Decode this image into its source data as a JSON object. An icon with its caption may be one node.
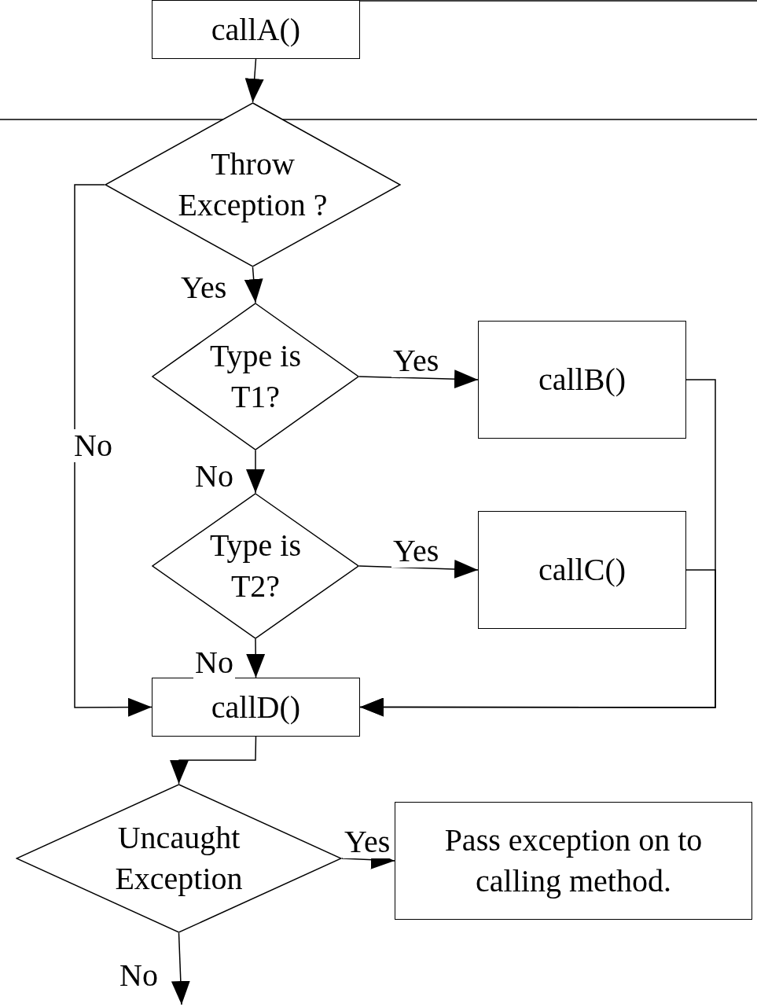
{
  "diagram": {
    "nodes": [
      {
        "text": [
          "callA()"
        ]
      },
      {
        "text": [
          "Throw Exception ?"
        ]
      },
      {
        "text": [
          "Type is T1?"
        ]
      },
      {
        "text": [
          "callB()"
        ]
      },
      {
        "text": [
          "Type is T2?"
        ]
      },
      {
        "text": [
          "callC()"
        ]
      },
      {
        "text": [
          "callD()"
        ]
      },
      {
        "text": [
          "Uncaught Exception"
        ]
      },
      {
        "text": [
          "Pass exception on to calling method."
        ]
      }
    ],
    "edges": [
      {
        "from": 0,
        "to": 1,
        "arrow": "to"
      },
      {
        "from": 1,
        "to": 2,
        "arrow": "to",
        "label": "Yes"
      },
      {
        "from": 2,
        "to": 3,
        "arrow": "to",
        "label": "Yes"
      },
      {
        "from": 2,
        "to": 4,
        "arrow": "to",
        "label": "No"
      },
      {
        "from": 4,
        "to": 5,
        "arrow": "to",
        "label": "Yes"
      },
      {
        "from": 4,
        "to": 6,
        "arrow": "to",
        "label": "No"
      },
      {
        "from": 1,
        "to": 6,
        "arrow": "to",
        "label": "No"
      },
      {
        "from": 3,
        "to": 6,
        "arrow": "to"
      },
      {
        "from": 5,
        "to": 6,
        "arrow": "to"
      },
      {
        "from": 6,
        "to": 7,
        "arrow": "to"
      },
      {
        "from": 7,
        "to": 8,
        "arrow": "to",
        "label": "Yes"
      },
      {
        "from": 7,
        "to": null,
        "arrow": "to",
        "label": "No"
      }
    ]
  }
}
